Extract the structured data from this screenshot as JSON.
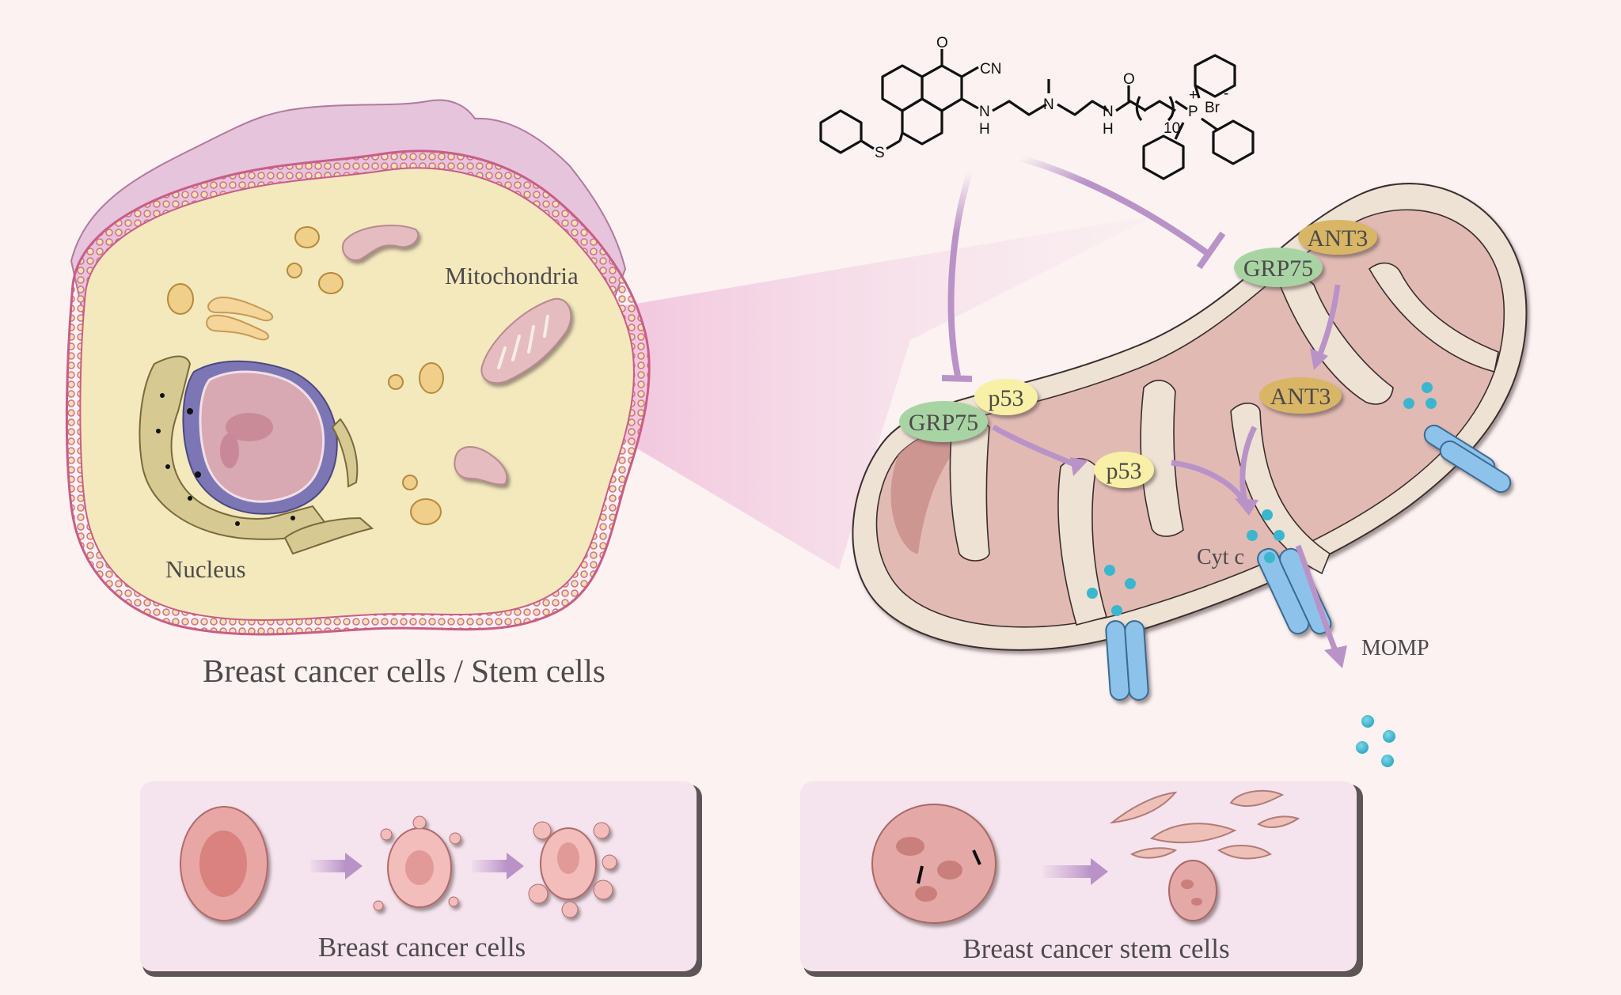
{
  "title": "Mitochondria-targeted compound inhibits GRP75 interactions in breast cancer cells and stem cells",
  "cell_diagram": {
    "labels": {
      "mitochondria": "Mitochondria",
      "nucleus": "Nucleus",
      "caption": "Breast cancer cells / Stem cells"
    }
  },
  "compound": {
    "atoms": {
      "oxygen_top": "O",
      "cyano": "CN",
      "sulfur": "S",
      "amine1_n": "N",
      "amine1_h": "H",
      "methylamine_n": "N",
      "amide_n": "N",
      "amide_h": "H",
      "amide_o": "O",
      "chain_repeat": "10",
      "phosphonium": "P",
      "phosphonium_charge": "+",
      "counterion": "Br",
      "counterion_charge": "-"
    }
  },
  "mitochondrion": {
    "proteins": {
      "grp75_top": "GRP75",
      "ant3_top": "ANT3",
      "ant3_inner": "ANT3",
      "grp75_left": "GRP75",
      "p53_complex": "p53",
      "p53_free": "p53"
    },
    "labels": {
      "cyt_c": "Cyt c",
      "momp": "MOMP"
    }
  },
  "panels": [
    {
      "caption": "Breast cancer cells"
    },
    {
      "caption": "Breast cancer stem cells"
    }
  ],
  "colors": {
    "background": "#fbf2f1",
    "arrow": "#b993c7",
    "grp75": "#a8d4a4",
    "p53": "#f7f0a6",
    "ant3": "#d8b666",
    "cyt_c": "#3bb6cf",
    "channel": "#8dc3ea",
    "matrix": "#e2bab4",
    "membrane": "#ede2d3",
    "panel_bg": "#f5e4ee"
  }
}
